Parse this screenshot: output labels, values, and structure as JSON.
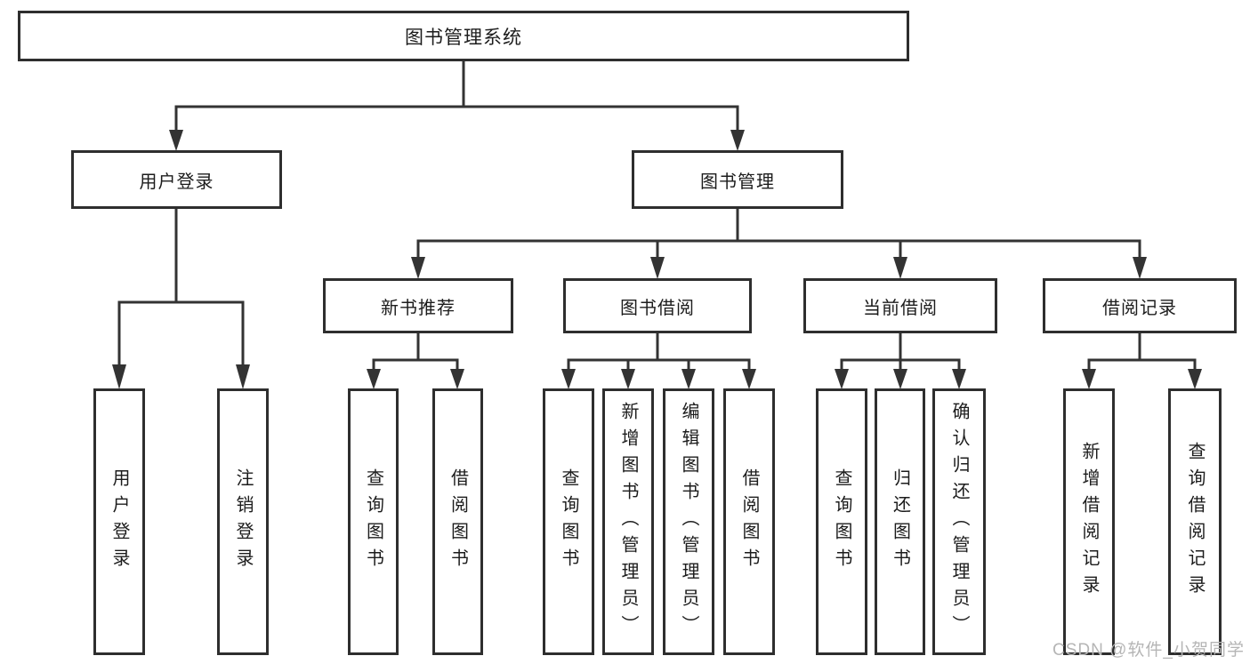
{
  "diagram_title": "图书管理系统",
  "tree": {
    "root": {
      "label": "图书管理系统"
    },
    "branches": [
      {
        "label": "用户登录",
        "children": [
          "用户登录",
          "注销登录"
        ]
      },
      {
        "label": "图书管理",
        "groups": [
          {
            "label": "新书推荐",
            "children": [
              "查询图书",
              "借阅图书"
            ]
          },
          {
            "label": "图书借阅",
            "children": [
              "查询图书",
              "新增图书（管理员）",
              "编辑图书（管理员）",
              "借阅图书"
            ]
          },
          {
            "label": "当前借阅",
            "children": [
              "查询图书",
              "归还图书",
              "确认归还（管理员）"
            ]
          },
          {
            "label": "借阅记录",
            "children": [
              "新增借阅记录",
              "查询借阅记录"
            ]
          }
        ]
      }
    ]
  },
  "watermark": {
    "text": "CSDN @软件_小贺同学",
    "color": "#b5b5b5"
  },
  "colors": {
    "line": "#333333",
    "box_border": "#2e2e2e",
    "text": "#1c1c1c",
    "background": "#ffffff"
  }
}
